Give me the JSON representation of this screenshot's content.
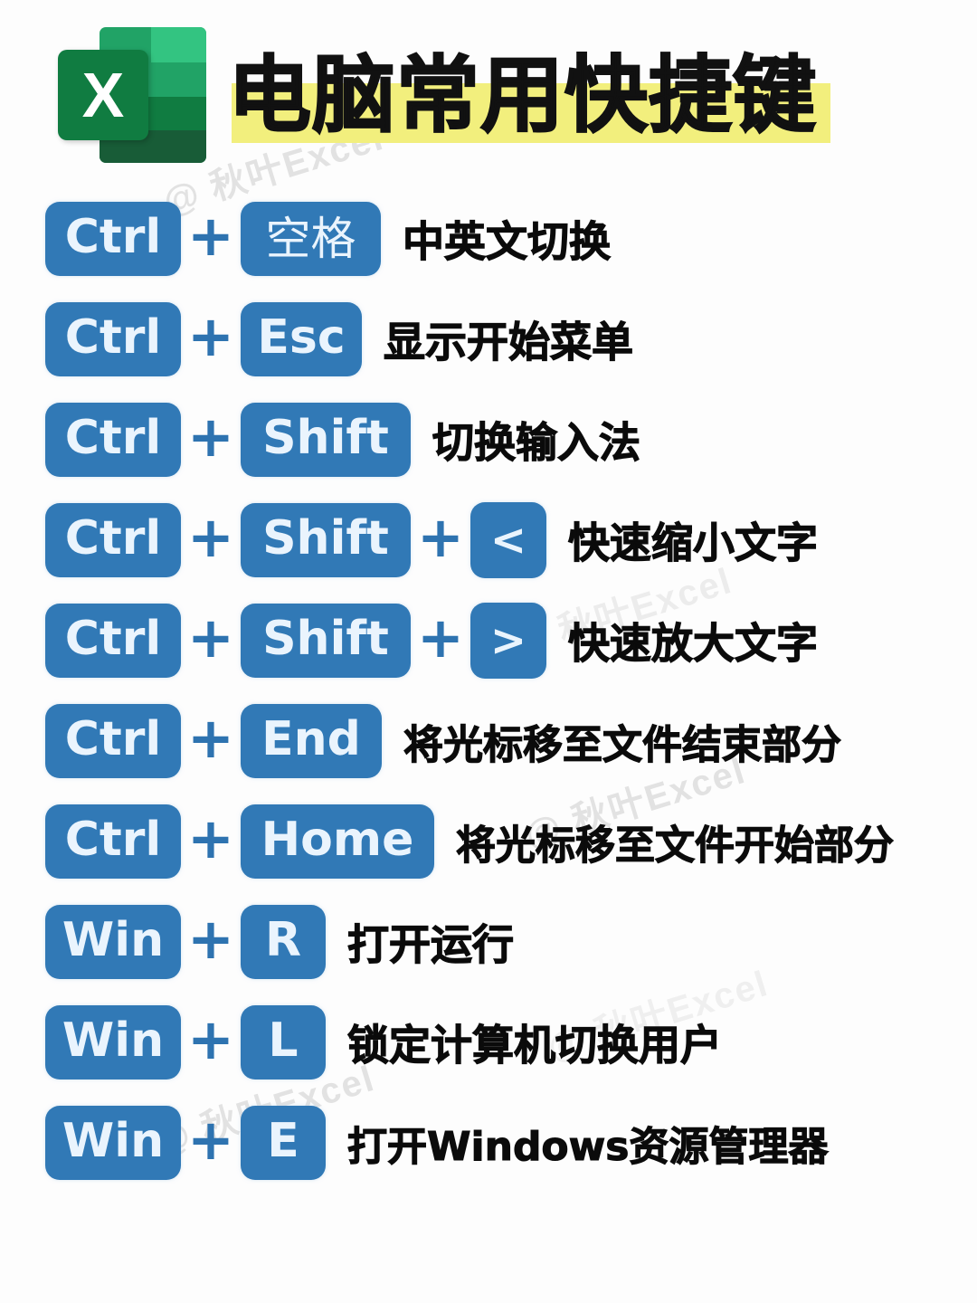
{
  "header": {
    "logo_icon": "excel-logo-icon",
    "logo_letter": "X",
    "title": "电脑常用快捷键",
    "highlight_color": "#f2ef7d",
    "title_color": "#111111"
  },
  "theme": {
    "key_bg": "#3179b6",
    "key_text": "#eaf4fd",
    "plus_color": "#2e73b0",
    "page_bg": "#fdfdfd",
    "desc_color": "#0b0b0b"
  },
  "watermark": {
    "text": "@ 秋叶Excel",
    "color": "#e2e2e2"
  },
  "shortcuts": [
    {
      "keys": [
        "Ctrl",
        "空格"
      ],
      "separator": "+",
      "desc": "中英文切换"
    },
    {
      "keys": [
        "Ctrl",
        "Esc"
      ],
      "separator": "+",
      "desc": "显示开始菜单"
    },
    {
      "keys": [
        "Ctrl",
        "Shift"
      ],
      "separator": "+",
      "desc": "切换输入法"
    },
    {
      "keys": [
        "Ctrl",
        "Shift",
        "<"
      ],
      "separator": "+",
      "desc": "快速缩小文字"
    },
    {
      "keys": [
        "Ctrl",
        "Shift",
        ">"
      ],
      "separator": "+",
      "desc": "快速放大文字"
    },
    {
      "keys": [
        "Ctrl",
        "End"
      ],
      "separator": "+",
      "desc": "将光标移至文件结束部分"
    },
    {
      "keys": [
        "Ctrl",
        "Home"
      ],
      "separator": "+",
      "desc": "将光标移至文件开始部分"
    },
    {
      "keys": [
        "Win",
        "R"
      ],
      "separator": "+",
      "desc": "打开运行"
    },
    {
      "keys": [
        "Win",
        "L"
      ],
      "separator": "+",
      "desc": "锁定计算机切换用户"
    },
    {
      "keys": [
        "Win",
        "E"
      ],
      "separator": "+",
      "desc": "打开Windows资源管理器"
    }
  ]
}
